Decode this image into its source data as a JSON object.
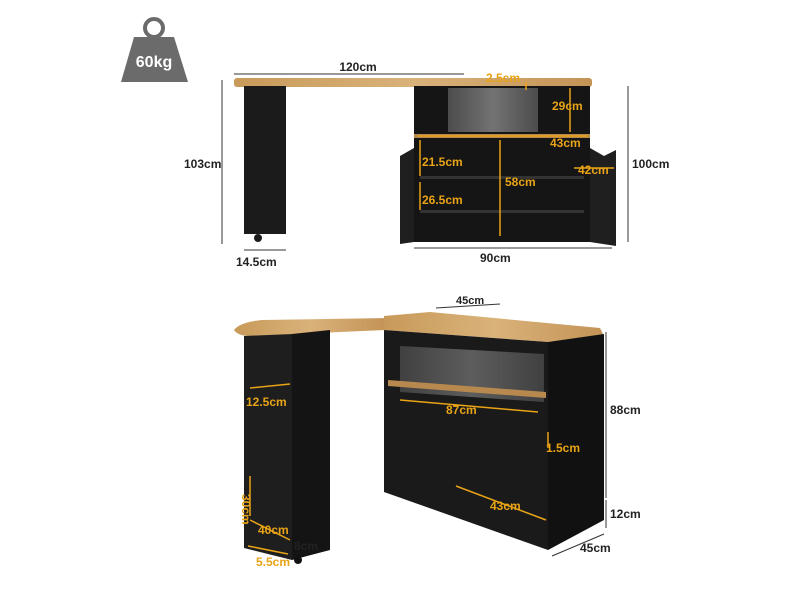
{
  "weight": {
    "label": "60kg"
  },
  "top_view": {
    "total_width": "120cm",
    "top_thickness": "2.5cm",
    "total_height": "103cm",
    "leg_width": "14.5cm",
    "upper_shelf_height": "29cm",
    "shelf_depth": "43cm",
    "inner_shelf_upper": "21.5cm",
    "inner_shelf_lower": "26.5cm",
    "inner_height": "58cm",
    "door_depth": "42cm",
    "cabinet_height": "100cm",
    "cabinet_width": "90cm"
  },
  "bottom_view": {
    "top_depth": "45cm",
    "inner_width": "87cm",
    "cabinet_height": "88cm",
    "door_gap": "1.5cm",
    "drawer_width": "43cm",
    "base_height": "12cm",
    "cabinet_depth": "45cm",
    "side_shelf_gap": "12.5cm",
    "side_shelf_height": "30cm",
    "side_shelf_width": "40cm",
    "side_depth": "8cm",
    "wheel_offset": "5.5cm"
  }
}
